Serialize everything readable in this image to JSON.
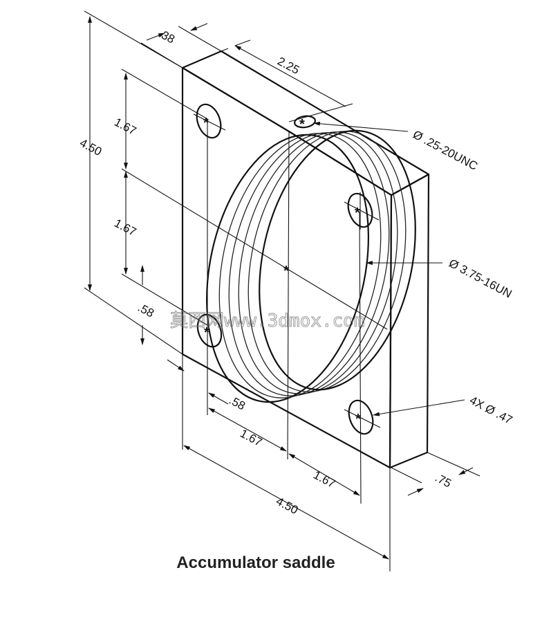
{
  "caption": "Accumulator saddle",
  "watermark": "莫西网www.3dmox.com",
  "dimensions": {
    "thickness": ".38",
    "half_width": "2.25",
    "height": "4.50",
    "upper_spacing": "1.67",
    "lower_spacing": "1.67",
    "bottom_edge_offset": ".58",
    "side_edge_offset": ".58",
    "hole_spacing_left": "1.67",
    "hole_spacing_right": "1.67",
    "width": "4.50",
    "depth": ".75"
  },
  "callouts": {
    "tapped_hole": "Ø .25-20UNC",
    "bore_thread": "Ø 3.75-16UN",
    "mount_holes": "4X Ø .47"
  }
}
